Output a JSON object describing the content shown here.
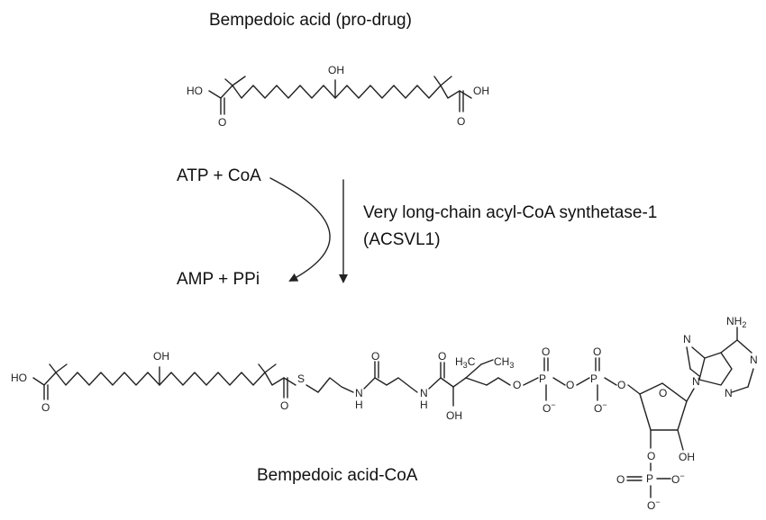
{
  "diagram": {
    "top_title": "Bempedoic acid (pro-drug)",
    "cofactors_in": "ATP + CoA",
    "cofactors_out": "AMP + PPi",
    "enzyme_line1": "Very long-chain acyl-CoA synthetase-1",
    "enzyme_line2": "(ACSVL1)",
    "bottom_title": "Bempedoic acid-CoA"
  },
  "atoms": {
    "oh": "OH",
    "ho": "HO",
    "o": "O",
    "s": "S",
    "nh": "H",
    "n": "N",
    "p": "P",
    "nh2": "NH",
    "sub2": "2",
    "h3c": "H",
    "sub3": "3",
    "c": "C",
    "ch3": "CH",
    "minus": "−"
  }
}
